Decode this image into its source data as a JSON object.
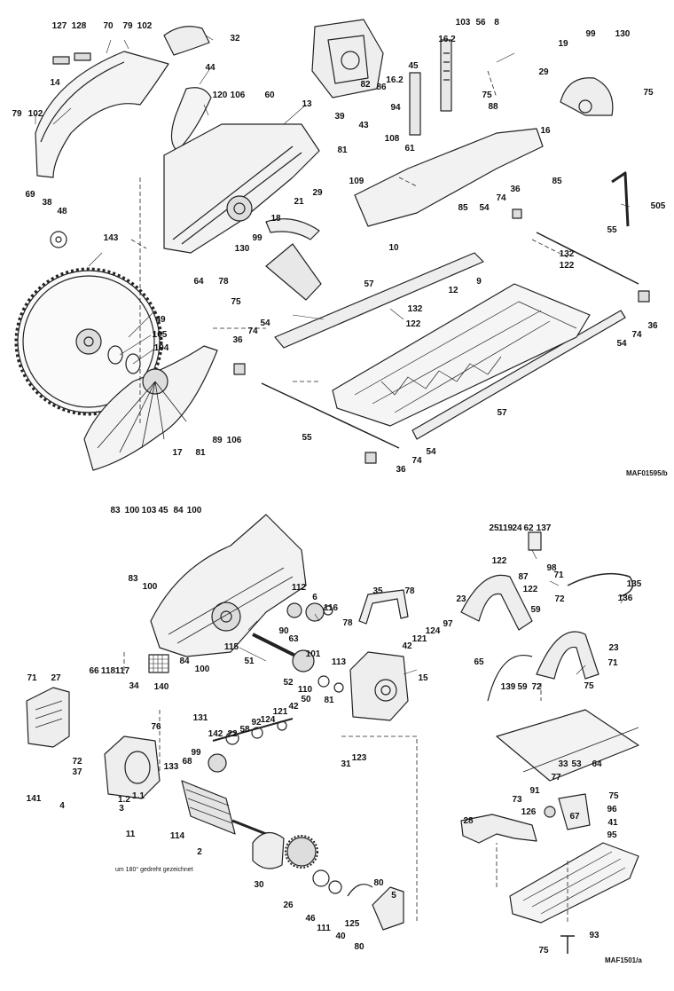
{
  "drawing_codes": {
    "top": "MAF01595/b",
    "bottom": "MAF1501/a"
  },
  "note": "um 180° gedreht gezeichnet",
  "labels": {
    "l127": "127",
    "l128": "128",
    "l70": "70",
    "l79a": "79",
    "l102a": "102",
    "l32": "32",
    "l44": "44",
    "l14": "14",
    "l79b": "79",
    "l102b": "102",
    "l120": "120",
    "l106a": "106",
    "l60": "60",
    "l13": "13",
    "l82": "82",
    "l86": "86",
    "l16_2a": "16.2",
    "l16_2b": "16.2",
    "l45": "45",
    "l103a": "103",
    "l56": "56",
    "l8": "8",
    "l99a": "99",
    "l130a": "130",
    "l19": "19",
    "l75a": "75",
    "l29a": "29",
    "l16": "16",
    "l88": "88",
    "l39": "39",
    "l94": "94",
    "l43": "43",
    "l75b": "75",
    "l108": "108",
    "l61": "61",
    "l81a": "81",
    "l109": "109",
    "l85a": "85",
    "l505": "505",
    "l69": "69",
    "l38": "38",
    "l48": "48",
    "l143": "143",
    "l21": "21",
    "l18": "18",
    "l29b": "29",
    "l85b": "85",
    "l54a": "54",
    "l74a": "74",
    "l36a": "36",
    "l55a": "55",
    "l10": "10",
    "l99b": "99",
    "l130b": "130",
    "l64": "64",
    "l78a": "78",
    "l75c": "75",
    "l57a": "57",
    "l9": "9",
    "l12": "12",
    "l132a": "132",
    "l122a": "122",
    "l49": "49",
    "l105": "105",
    "l104": "104",
    "l132b": "132",
    "l122b": "122",
    "l36b": "36",
    "l74b": "74",
    "l54b": "54",
    "l74c": "74",
    "l36c": "36",
    "l55b": "55",
    "l57b": "57",
    "l17": "17",
    "l81b": "81",
    "l89": "89",
    "l106b": "106",
    "l54c": "54",
    "l74d": "74",
    "l36d": "36",
    "l83a": "83",
    "l100a": "100",
    "l103b": "103",
    "l45b": "45",
    "l84a": "84",
    "l100b": "100",
    "l83b": "83",
    "l100c": "100",
    "l112": "112",
    "l6": "6",
    "l116": "116",
    "l35": "35",
    "l78b": "78",
    "l78c": "78",
    "l90": "90",
    "l63": "63",
    "l115": "115",
    "l51": "51",
    "l84b": "84",
    "l100d": "100",
    "l140": "140",
    "l101": "101",
    "l52": "52",
    "l110": "110",
    "l113": "113",
    "l42a": "42",
    "l121a": "121",
    "l124a": "124",
    "l97": "97",
    "l15": "15",
    "l71a": "71",
    "l27": "27",
    "l66": "66",
    "l118": "118",
    "l117": "117",
    "l34": "34",
    "l131": "131",
    "l142": "142",
    "l22": "22",
    "l58": "58",
    "l92": "92",
    "l121b": "121",
    "l124b": "124",
    "l42b": "42",
    "l50": "50",
    "l81c": "81",
    "l76": "76",
    "l72a": "72",
    "l99c": "99",
    "l68": "68",
    "l133": "133",
    "l123": "123",
    "l31": "31",
    "l37": "37",
    "l141": "141",
    "l4": "4",
    "l1_2": "1.2",
    "l1_1": "1.1",
    "l3": "3",
    "l11": "11",
    "l114": "114",
    "l2": "2",
    "l30": "30",
    "l26": "26",
    "l46": "46",
    "l111": "111",
    "l40": "40",
    "l80a": "80",
    "l5": "5",
    "l125": "125",
    "l80b": "80",
    "l25": "25",
    "l119": "119",
    "l24": "24",
    "l62": "62",
    "l137": "137",
    "l122c": "122",
    "l87": "87",
    "l98": "98",
    "l71b": "71",
    "l122d": "122",
    "l72b": "72",
    "l135": "135",
    "l59a": "59",
    "l136": "136",
    "l23a": "23",
    "l23b": "23",
    "l65": "65",
    "l71c": "71",
    "l139": "139",
    "l59b": "59",
    "l72c": "72",
    "l75d": "75",
    "l33": "33",
    "l53": "53",
    "l64b": "64",
    "l77": "77",
    "l91": "91",
    "l75e": "75",
    "l73": "73",
    "l126": "126",
    "l67": "67",
    "l96": "96",
    "l41": "41",
    "l28": "28",
    "l95": "95",
    "l93": "93",
    "l75f": "75"
  }
}
